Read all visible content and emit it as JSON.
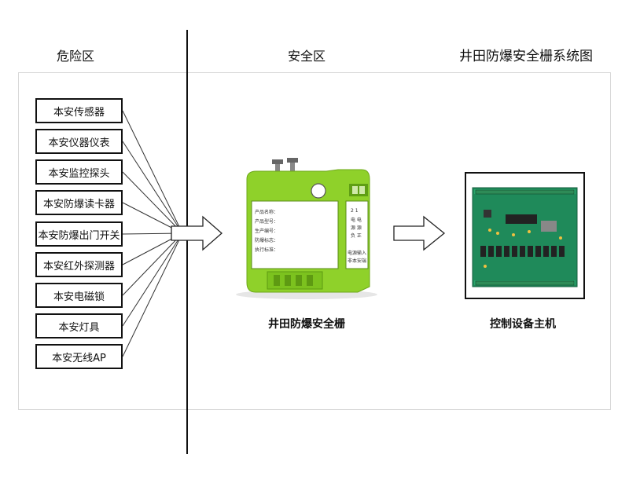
{
  "zones": {
    "danger": "危险区",
    "safe": "安全区"
  },
  "main_title": "井田防爆安全栅系统图",
  "devices": [
    "本安传感器",
    "本安仪器仪表",
    "本安监控探头",
    "本安防爆读卡器",
    "本安防爆出门开关",
    "本安红外探测器",
    "本安电磁锁",
    "本安灯具",
    "本安无线AP"
  ],
  "barrier": {
    "caption": "井田防爆安全栅",
    "body_color": "#8fd12a",
    "label_lines": [
      "产品名称：",
      "产品型号：",
      "生产编号：",
      "防爆标志：",
      "执行标准："
    ],
    "terminal_lines": [
      "2 1",
      "电 电",
      "源 源",
      "负 正",
      "电源输入",
      "非本安端"
    ]
  },
  "controller": {
    "caption": "控制设备主机",
    "board_color": "#1f8a5a"
  }
}
